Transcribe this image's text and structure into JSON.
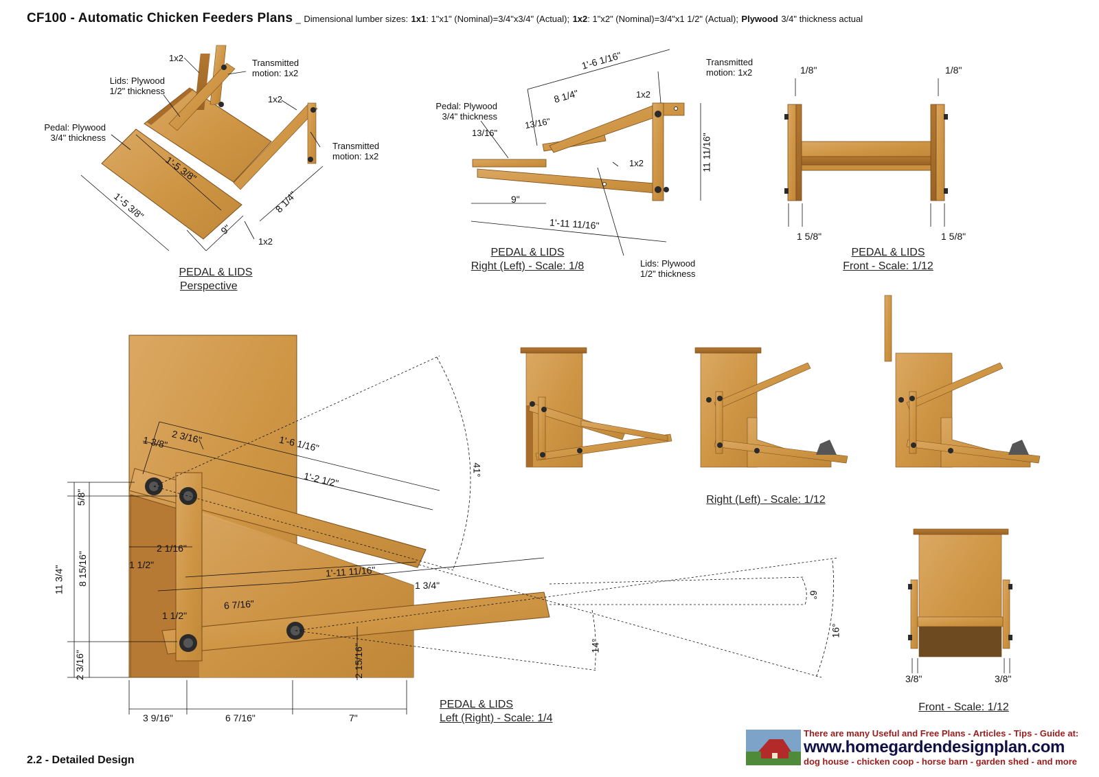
{
  "header": {
    "title": "CF100 - Automatic Chicken Feeders Plans",
    "separator": "_",
    "sub_intro": "Dimensional lumber sizes:",
    "k1": "1x1",
    "v1": ": 1\"x1\" (Nominal)=3/4\"x3/4\" (Actual);",
    "k2": "1x2",
    "v2": ": 1\"x2\" (Nominal)=3/4\"x1 1/2\" (Actual);",
    "k3": "Plywood",
    "v3": "3/4\" thickness actual"
  },
  "views": {
    "perspective": {
      "caption1": "PEDAL & LIDS",
      "caption2": "Perspective",
      "lbl_1x2_top": "1x2",
      "lbl_lids1": "Lids: Plywood",
      "lbl_lids2": "1/2\" thickness",
      "lbl_tm1a": "Transmitted",
      "lbl_tm1b": "motion: 1x2",
      "lbl_1x2_mid": "1x2",
      "lbl_pedal1": "Pedal: Plywood",
      "lbl_pedal2": "3/4\" thickness",
      "lbl_tm2a": "Transmitted",
      "lbl_tm2b": "motion: 1x2",
      "dim_a": "1'-5 3/8\"",
      "dim_b": "1'-5 3/8\"",
      "dim_c": "8 1/4\"",
      "dim_d": "9\"",
      "lbl_1x2_bot": "1x2"
    },
    "right": {
      "caption1": "PEDAL & LIDS",
      "caption2": "Right (Left) - Scale: 1/8",
      "lbl_pedal1": "Pedal: Plywood",
      "lbl_pedal2": "3/4\" thickness",
      "dim_top": "1'-6 1/16\"",
      "dim_814": "8 1/4\"",
      "lbl_1x2a": "1x2",
      "lbl_tm1": "Transmitted",
      "lbl_tm2": "motion: 1x2",
      "dim_1316a": "13/16\"",
      "dim_1316b": "13/16\"",
      "dim_h": "11 11/16\"",
      "lbl_1x2b": "1x2",
      "dim_9": "9\"",
      "dim_bottom": "1'-11 11/16\"",
      "lbl_lids1": "Lids: Plywood",
      "lbl_lids2": "1/2\" thickness"
    },
    "front_small": {
      "caption1": "PEDAL & LIDS",
      "caption2": "Front - Scale: 1/12",
      "dim_l_top": "1/8\"",
      "dim_r_top": "1/8\"",
      "dim_l_bot": "1 5/8\"",
      "dim_r_bot": "1 5/8\""
    },
    "left_big": {
      "caption1": "PEDAL & LIDS",
      "caption2": "Left (Right) - Scale: 1/4",
      "d_2316": "2 3/16\"",
      "d_138": "1 3/8\"",
      "d_16116": "1'-6 1/16\"",
      "d_1212": "1'-2 1/2\"",
      "d_58": "5/8\"",
      "d_11116": "11 3/4\"",
      "d_81516": "8 15/16\"",
      "d_2116": "2 1/16\"",
      "d_112a": "1 1/2\"",
      "d_1111116": "1'-11 11/16\"",
      "d_134": "1 3/4\"",
      "d_6716a": "6 7/16\"",
      "d_112b": "1 1/2\"",
      "d_2316b": "2 3/16\"",
      "d_21516": "2 15/16\"",
      "d_3916": "3 9/16\"",
      "d_6716b": "6 7/16\"",
      "d_7": "7\"",
      "a_41": "41°",
      "a_6": "6°",
      "a_14": "14°",
      "a_16": "16°"
    },
    "right_seq": {
      "caption": "Right (Left) - Scale: 1/12"
    },
    "front_full": {
      "caption": "Front - Scale: 1/12",
      "d_l": "3/8\"",
      "d_r": "3/8\""
    }
  },
  "footer": {
    "section": "2.2 - Detailed Design",
    "ad1": "There are many Useful and Free Plans - Articles - Tips - Guide at:",
    "ad2": "www.homegardendesignplan.com",
    "ad3": "dog house - chicken coop - horse barn - garden shed - and more"
  },
  "colors": {
    "wood": "#d29a4c",
    "wood_dark": "#a86d2b",
    "wood_shadow": "#8a5a24",
    "bolt": "#2a2a2a",
    "ad_red": "#9b1c1c",
    "ad_navy": "#101046"
  }
}
